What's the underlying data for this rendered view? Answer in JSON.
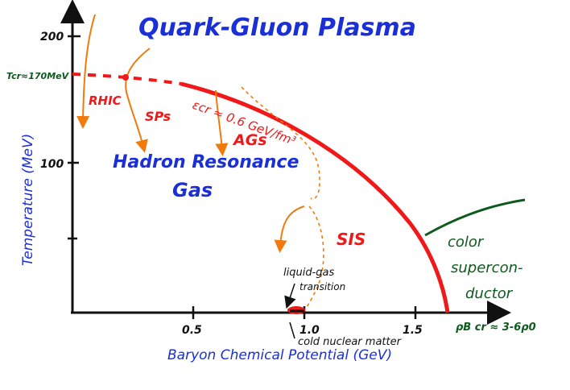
{
  "colors": {
    "axis": "#111111",
    "blue": "#1a2fd6",
    "red": "#f01818",
    "orange": "#f07a0c",
    "green": "#0d5a1c",
    "black": "#111111"
  },
  "axes": {
    "y_label": "Temperature (MeV)",
    "x_label": "Baryon Chemical Potential (GeV)",
    "y_ticks": [
      "200",
      "100"
    ],
    "x_ticks": [
      "0.5",
      "1.0",
      "1.5"
    ]
  },
  "phases": {
    "qgp": "Quark-Gluon Plasma",
    "hadron_line1": "Hadron Resonance",
    "hadron_line2": "Gas",
    "csc_line1": "color",
    "csc_line2": "supercon-",
    "csc_line3": "ductor"
  },
  "labels": {
    "tcr": "Tcr≈170MeV",
    "rhic": "RHIC",
    "sps": "SPs",
    "ags": "AGs",
    "sis": "SIS",
    "ecr": "εcr ≈ 0.6 GeV/fm³",
    "liquid_gas_1": "liquid-gas",
    "liquid_gas_2": "transition",
    "cold_matter": "cold nuclear matter",
    "rho": "ρB cr ≈ 3-6ρ0"
  }
}
